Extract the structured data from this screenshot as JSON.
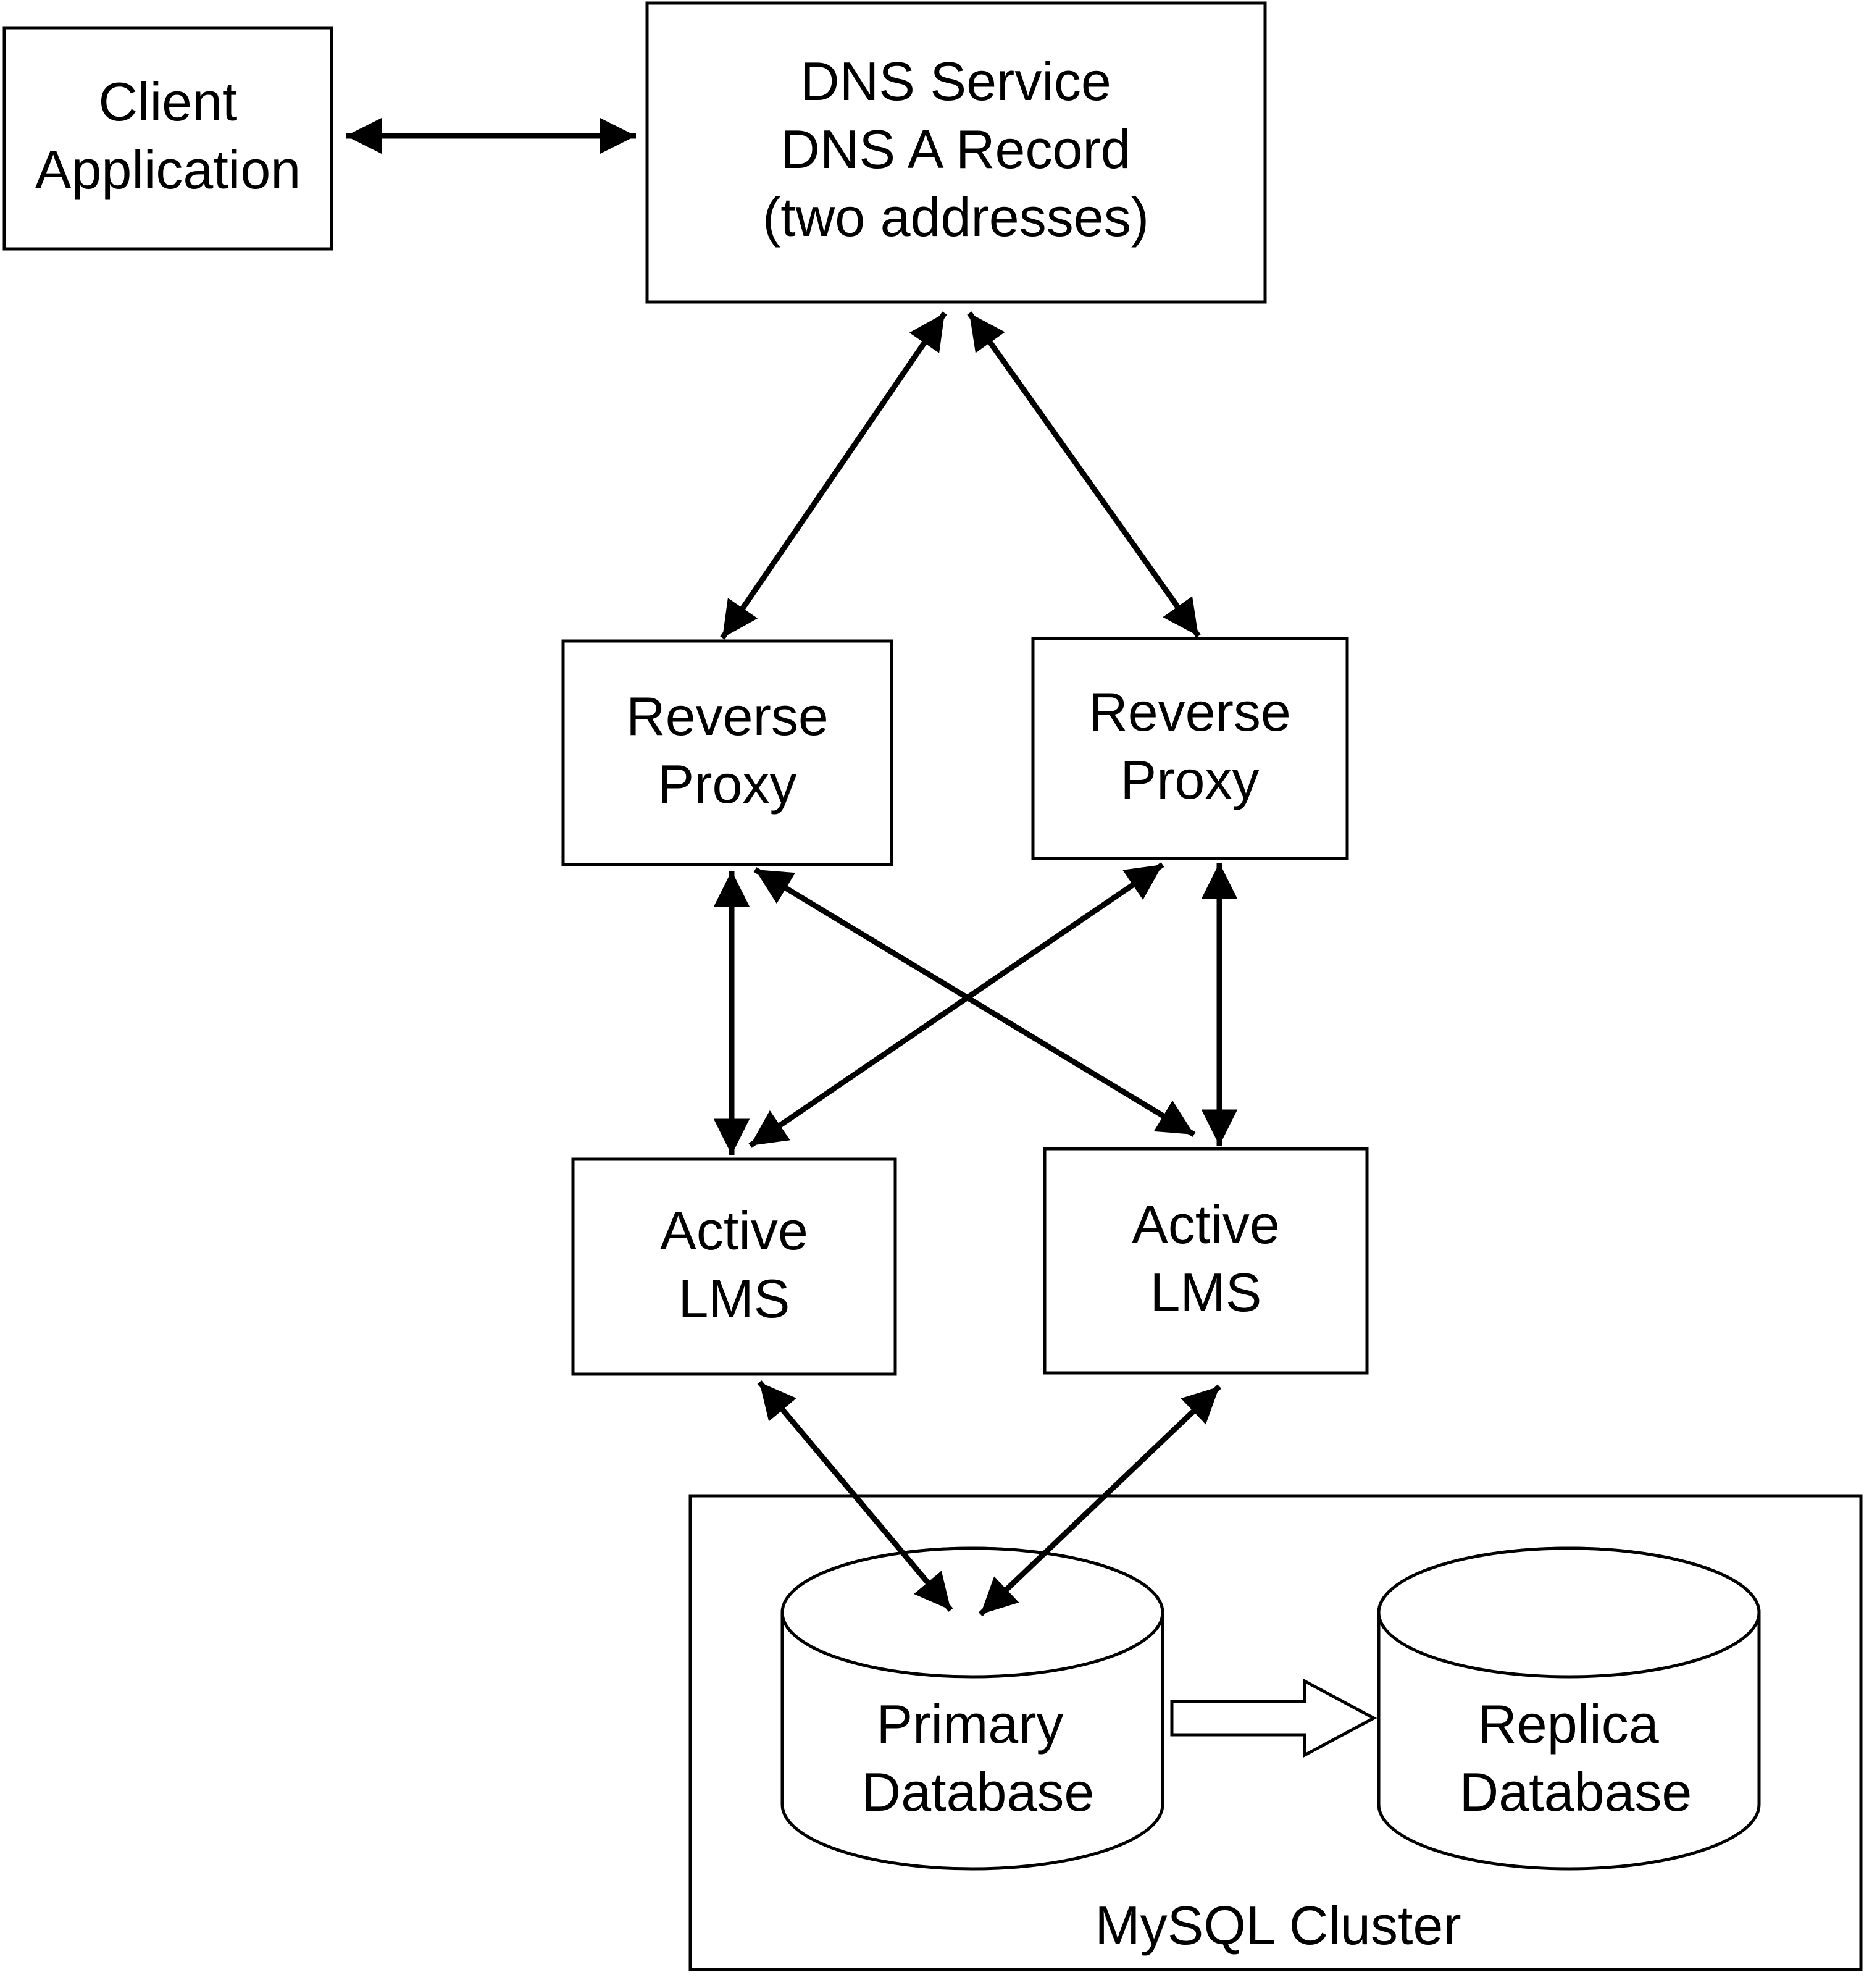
{
  "nodes": {
    "client": {
      "lines": [
        "Client",
        "Application"
      ]
    },
    "dns": {
      "lines": [
        "DNS Service",
        "DNS A Record",
        "(two addresses)"
      ]
    },
    "proxy_left": {
      "lines": [
        "Reverse",
        "Proxy"
      ]
    },
    "proxy_right": {
      "lines": [
        "Reverse",
        "Proxy"
      ]
    },
    "lms_left": {
      "lines": [
        "Active",
        "LMS"
      ]
    },
    "lms_right": {
      "lines": [
        "Active",
        "LMS"
      ]
    },
    "primary_db": {
      "lines": [
        "Primary",
        "Database"
      ]
    },
    "replica_db": {
      "lines": [
        "Replica",
        "Database"
      ]
    },
    "cluster": {
      "label": "MySQL Cluster"
    }
  },
  "connections": [
    {
      "from": "client",
      "to": "dns",
      "style": "bidirectional"
    },
    {
      "from": "dns",
      "to": "proxy_left",
      "style": "bidirectional"
    },
    {
      "from": "dns",
      "to": "proxy_right",
      "style": "bidirectional"
    },
    {
      "from": "proxy_left",
      "to": "lms_left",
      "style": "bidirectional"
    },
    {
      "from": "proxy_left",
      "to": "lms_right",
      "style": "bidirectional"
    },
    {
      "from": "proxy_right",
      "to": "lms_left",
      "style": "bidirectional"
    },
    {
      "from": "proxy_right",
      "to": "lms_right",
      "style": "bidirectional"
    },
    {
      "from": "lms_left",
      "to": "primary_db",
      "style": "bidirectional"
    },
    {
      "from": "lms_right",
      "to": "primary_db",
      "style": "bidirectional"
    },
    {
      "from": "primary_db",
      "to": "replica_db",
      "style": "hollow-arrow"
    }
  ],
  "colors": {
    "stroke": "#000000",
    "fill": "#ffffff",
    "text": "#000000"
  }
}
